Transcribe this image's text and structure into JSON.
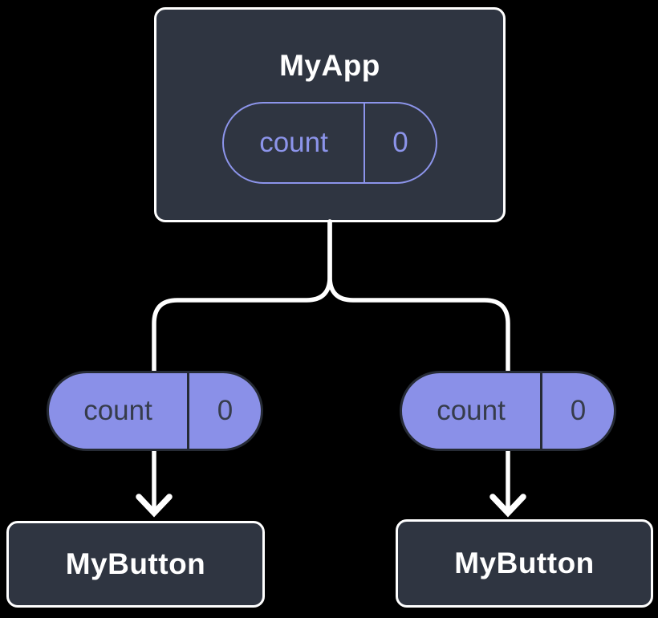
{
  "colors": {
    "background": "#000000",
    "node_fill": "#2F3541",
    "node_border": "#FFFFFF",
    "purple_line": "#8C94EA",
    "purple_fill": "#8A90E8",
    "pill_dark_border": "#262B35",
    "pill_dark_text": "#363C4B",
    "connector": "#FFFFFF"
  },
  "diagram": {
    "root_component": {
      "name": "MyApp",
      "state_pill": {
        "label": "count",
        "value": "0"
      }
    },
    "left_prop_pill": {
      "label": "count",
      "value": "0"
    },
    "right_prop_pill": {
      "label": "count",
      "value": "0"
    },
    "left_child_component": {
      "name": "MyButton"
    },
    "right_child_component": {
      "name": "MyButton"
    }
  }
}
